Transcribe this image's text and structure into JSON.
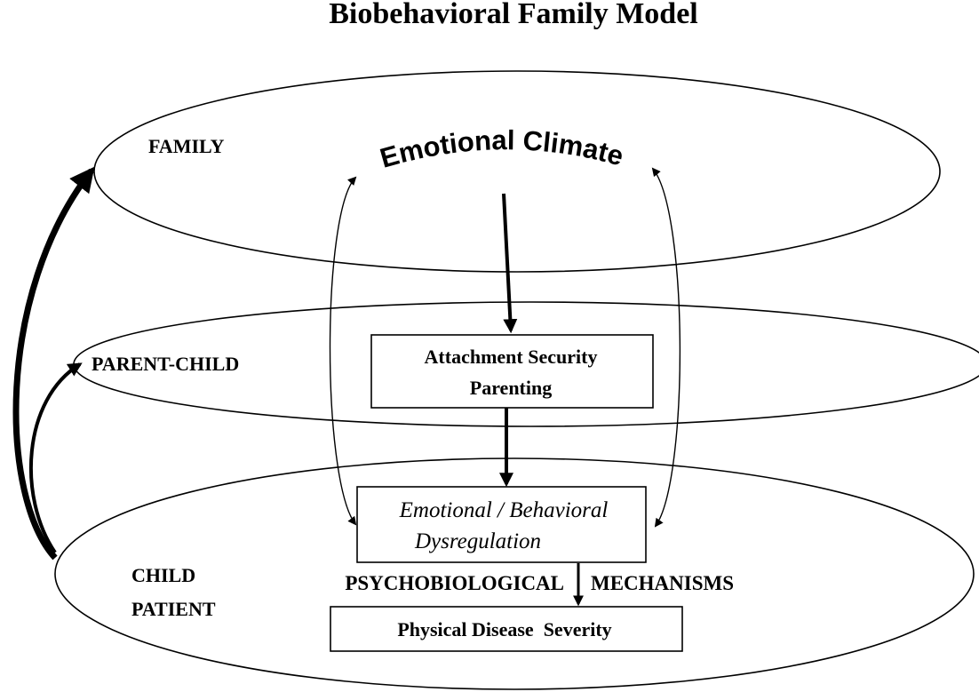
{
  "title": "Biobehavioral Family Model",
  "levels": {
    "family": "FAMILY",
    "parent_child": "PARENT-CHILD",
    "child_line1": "CHILD",
    "child_line2": "PATIENT"
  },
  "emotional_climate": "Emotional Climate",
  "boxes": {
    "attachment_line1": "Attachment Security",
    "attachment_line2": "Parenting",
    "dysregulation_line1": "Emotional / Behavioral",
    "dysregulation_line2": "Dysregulation",
    "disease": "Physical Disease  Severity"
  },
  "mechanisms": {
    "left": "PSYCHOBIOLOGICAL",
    "right": "MECHANISMS"
  },
  "colors": {
    "stroke": "#000000",
    "background": "#ffffff"
  }
}
